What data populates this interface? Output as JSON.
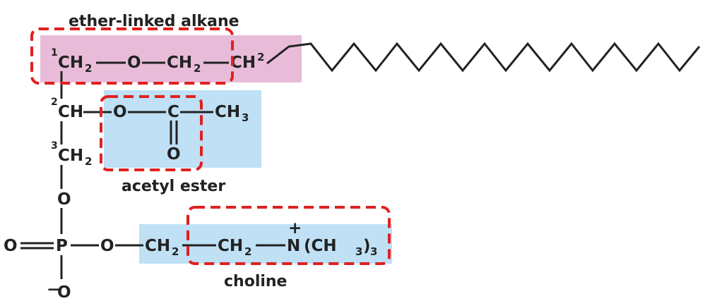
{
  "labels": {
    "ether_linked_alkane": "ether-linked alkane",
    "acetyl_ester": "acetyl ester",
    "choline": "choline"
  },
  "atoms": {
    "C1_num": "1",
    "C1": "CH",
    "C1_sub": "2",
    "O_ether": "O",
    "CH2_a": "CH",
    "CH2_a_sub": "2",
    "CH2_b": "CH",
    "CH2_b_sub": "2",
    "C2_num": "2",
    "C2": "CH",
    "O_ester": "O",
    "C_carbonyl": "C",
    "CH3": "CH",
    "CH3_sub": "3",
    "O_carbonyl": "O",
    "C3_num": "3",
    "C3": "CH",
    "C3_sub": "2",
    "O_link": "O",
    "O_double": "O",
    "P": "P",
    "O_phos": "O",
    "O_minus": "O",
    "minus": "−",
    "CH2_c": "CH",
    "CH2_c_sub": "2",
    "CH2_d": "CH",
    "CH2_d_sub": "2",
    "N": "N",
    "plus": "+",
    "NMe3": "(CH",
    "NMe3_sub": "3",
    "NMe3_close": ")",
    "NMe3_count": "3"
  },
  "colors": {
    "ether_highlight": "#e8bcd8",
    "ester_highlight": "#bfe0f5",
    "dashed_box": "#e02020",
    "text": "#222222"
  }
}
